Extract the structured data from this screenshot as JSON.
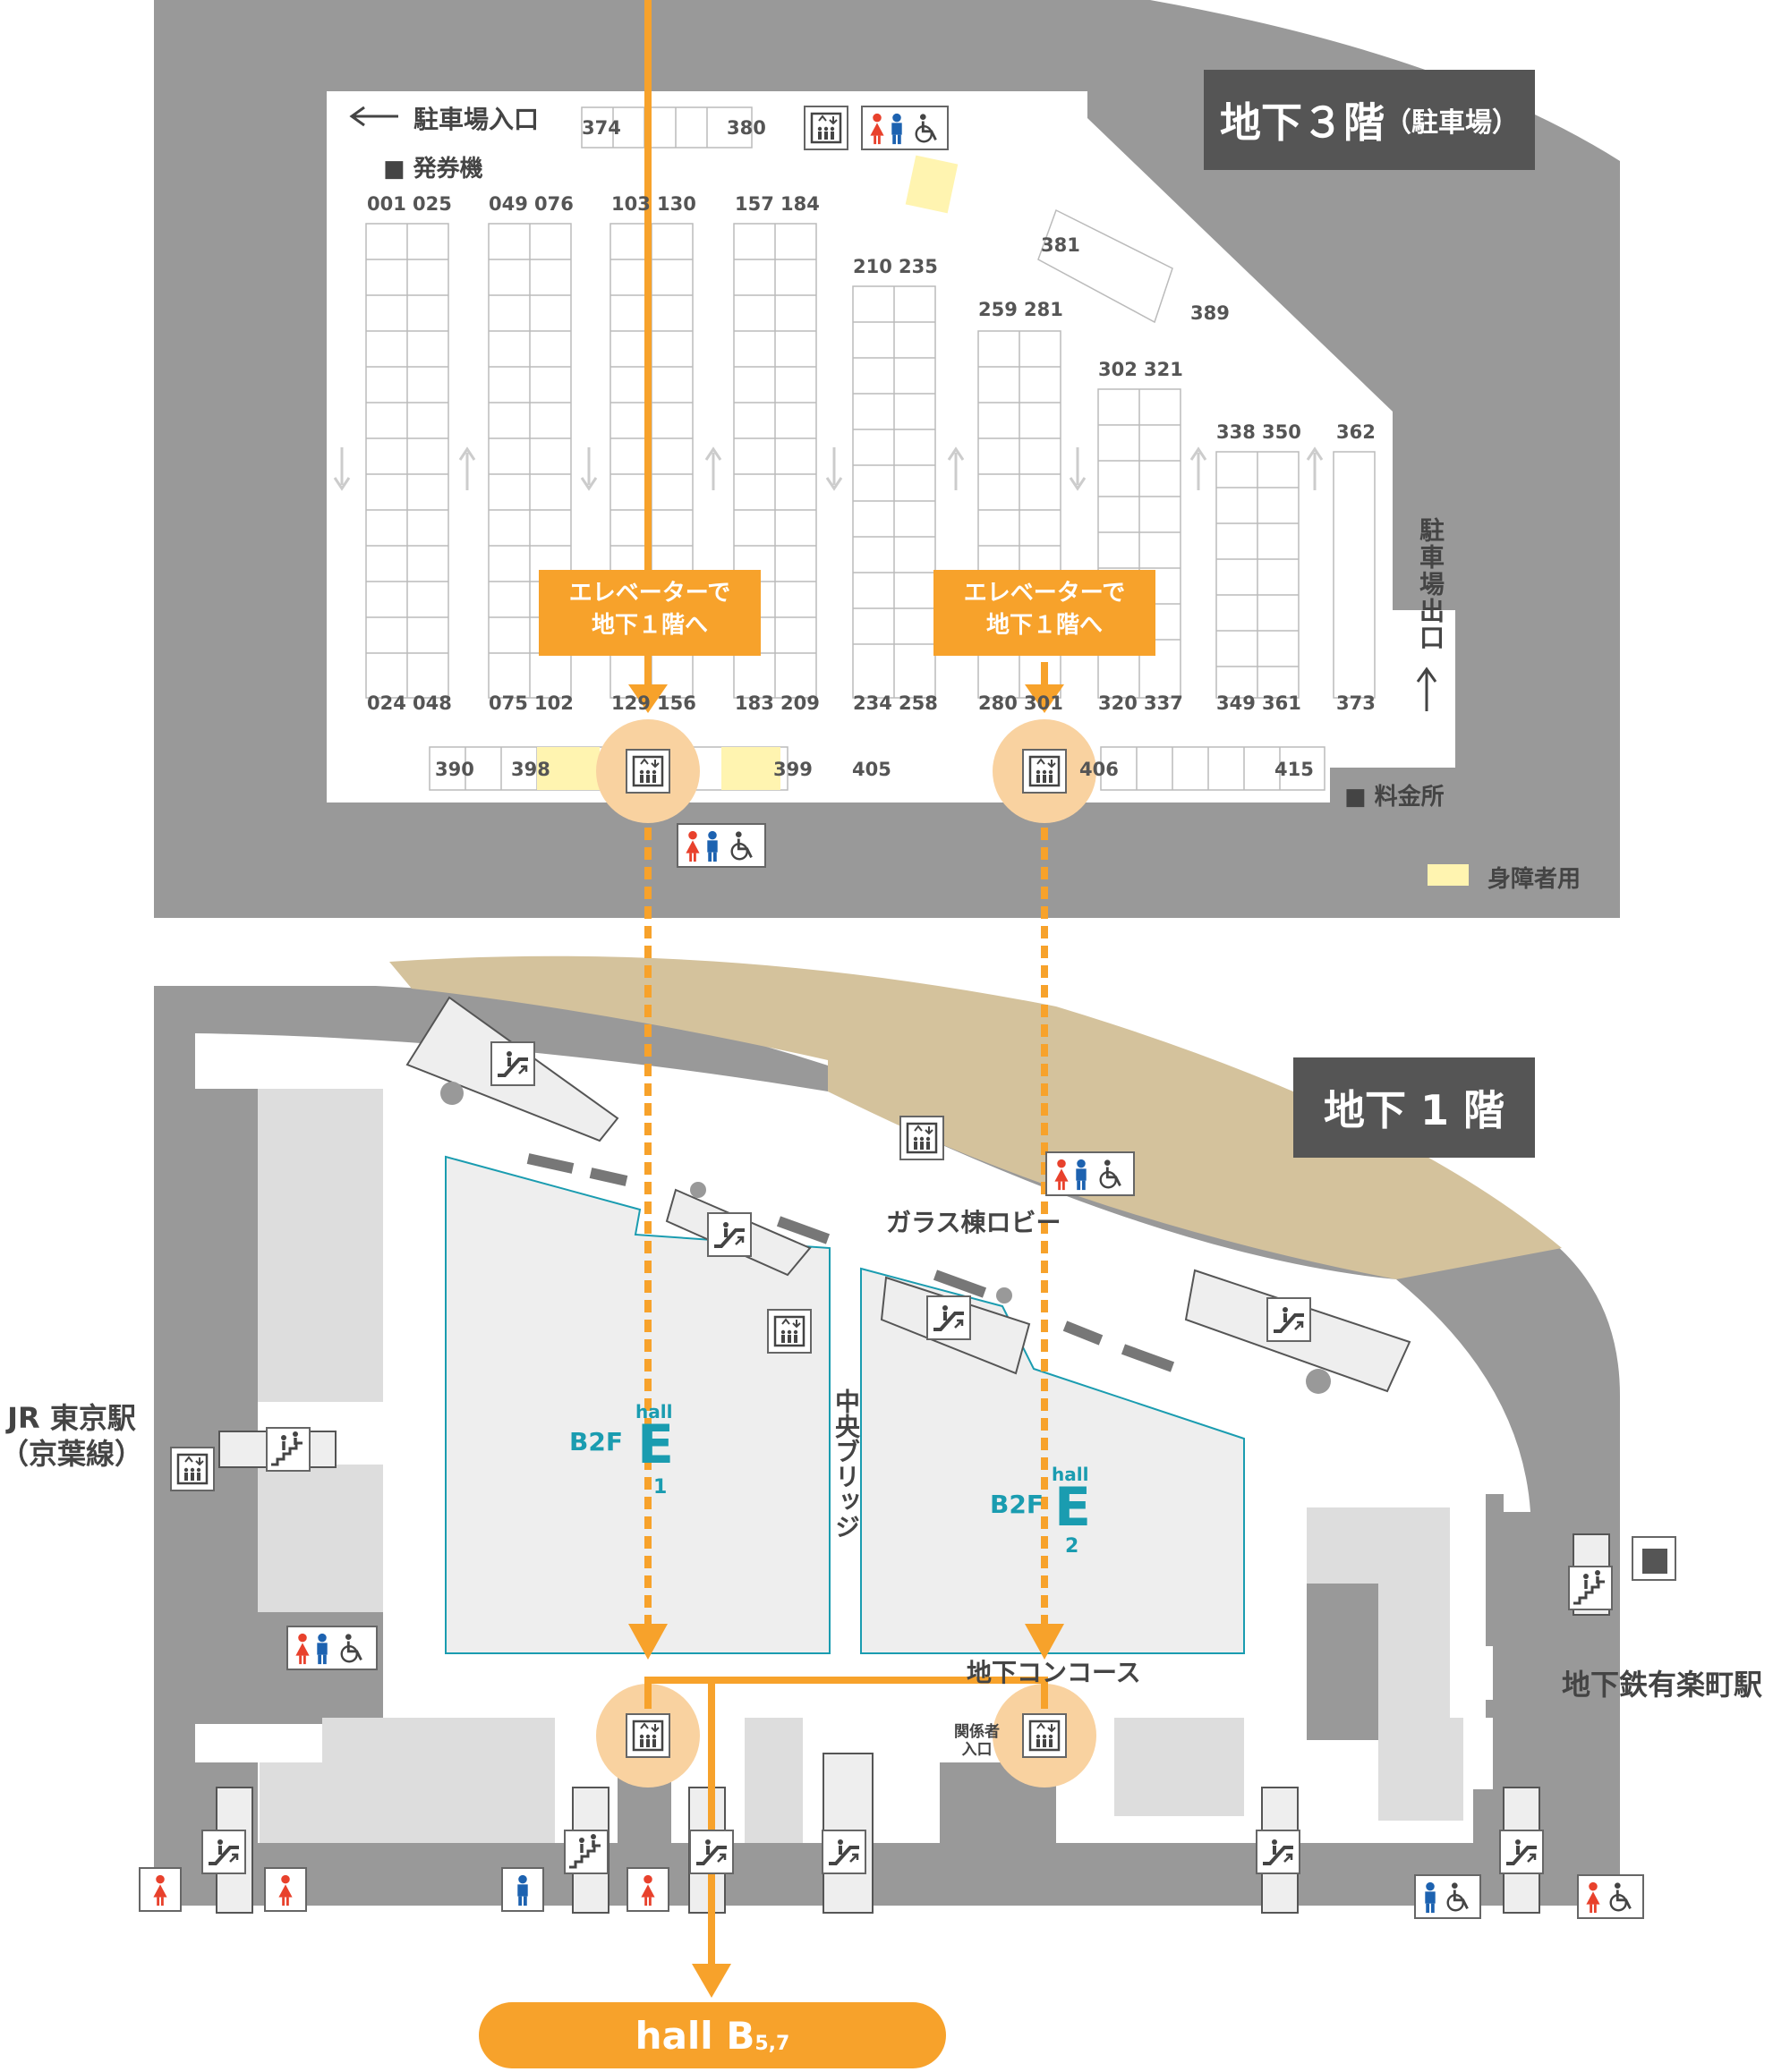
{
  "colors": {
    "wall": "#999999",
    "floor": "#ffffff",
    "badge": "#555555",
    "route": "#F7A22B",
    "route_halo": "#F9D2A0",
    "accessible": "#FFF4B0",
    "glass_lobby": "#D4C29C",
    "hall": "#EEEEEE",
    "hall_text": "#1a9cb0",
    "female": "#E8412C",
    "male": "#1D62B0"
  },
  "icons": [
    "elevator-icon",
    "escalator-icon",
    "stairs-icon",
    "restroom-icon",
    "wheelchair-icon"
  ],
  "b3": {
    "title": "地下３階",
    "title_sub": "（駐車場）",
    "parking_entrance": "駐車場入口",
    "ticket_machine": "■ 発券機",
    "parking_exit": "駐車場出口",
    "toll_booth": "■ 料金所",
    "accessible_legend": "身障者用",
    "guide_1": [
      "エレベーターで",
      "地下１階へ"
    ],
    "guide_2": [
      "エレベーターで",
      "地下１階へ"
    ],
    "stall_numbers": {
      "top_row": [
        "374",
        "380"
      ],
      "col_tops": [
        "001",
        "025",
        "049",
        "076",
        "103",
        "130",
        "157",
        "184",
        "210",
        "235",
        "259",
        "281",
        "302",
        "321",
        "338",
        "350",
        "362"
      ],
      "col_bottoms": [
        "024",
        "048",
        "075",
        "102",
        "129",
        "156",
        "183",
        "209",
        "234",
        "258",
        "280",
        "301",
        "320",
        "337",
        "349",
        "361",
        "373"
      ],
      "diagonal": [
        "381",
        "389"
      ],
      "bottom_row": [
        "390",
        "398",
        "399",
        "405",
        "406",
        "415"
      ]
    }
  },
  "b1": {
    "title": "地下 1 階",
    "glass_lobby": "ガラス棟ロビー",
    "central_bridge": "中央ブリッジ",
    "concourse": "地下コンコース",
    "staff_entrance": [
      "関係者",
      "入口"
    ],
    "jr_station": [
      "JR 東京駅",
      "（京葉線）"
    ],
    "yurakucho": "地下鉄有楽町駅",
    "hall_e1": {
      "floor": "B2F",
      "hall": "hall",
      "letter": "E",
      "num": "1"
    },
    "hall_e2": {
      "floor": "B2F",
      "hall": "hall",
      "letter": "E",
      "num": "2"
    },
    "destination": {
      "name": "hall B",
      "sub": "5,7"
    }
  }
}
